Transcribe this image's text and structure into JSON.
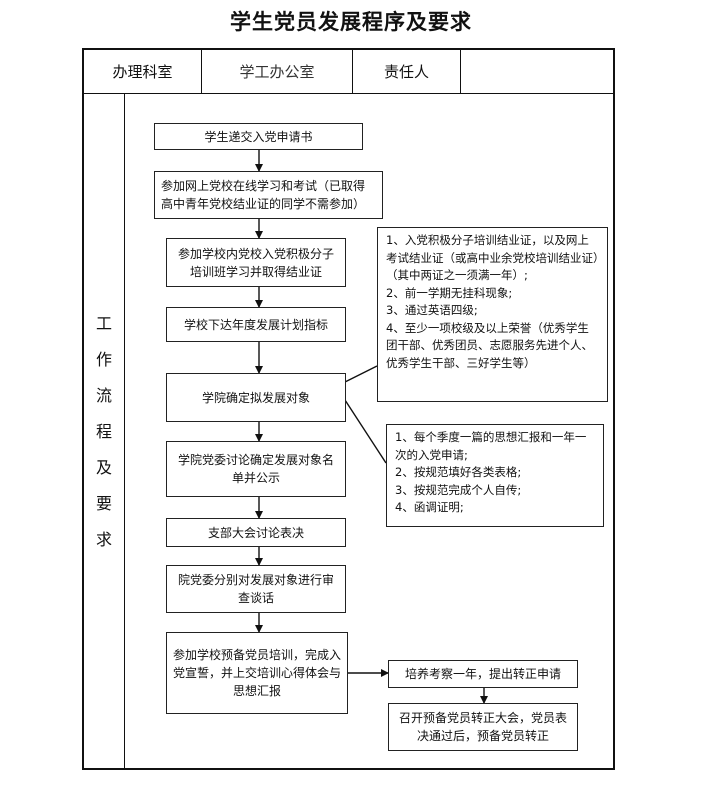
{
  "title": "学生党员发展程序及要求",
  "header": {
    "office_label": "办理科室",
    "office_value": "学工办公室",
    "responsible_label": "责任人",
    "responsible_value": ""
  },
  "side_label": [
    "工",
    "作",
    "流",
    "程",
    "及",
    "要",
    "求"
  ],
  "steps": [
    "学生递交入党申请书",
    "参加网上党校在线学习和考试（已取得高中青年党校结业证的同学不需参加）",
    "参加学校内党校入党积极分子培训班学习并取得结业证",
    "学校下达年度发展计划指标",
    "学院确定拟发展对象",
    "学院党委讨论确定发展对象名单并公示",
    "支部大会讨论表决",
    "院党委分别对发展对象进行审查谈话",
    "参加学校预备党员培训，完成入党宣誓，并上交培训心得体会与思想汇报"
  ],
  "side_steps": [
    "培养考察一年，提出转正申请",
    "召开预备党员转正大会，党员表决通过后，预备党员转正"
  ],
  "note1": [
    "1、入党积极分子培训结业证，以及网上考试结业证（或高中业余党校培训结业证）（其中两证之一须满一年）;",
    "2、前一学期无挂科现象;",
    "3、通过英语四级;",
    "4、至少一项校级及以上荣誉（优秀学生团干部、优秀团员、志愿服务先进个人、优秀学生干部、三好学生等）"
  ],
  "note2": [
    "1、每个季度一篇的思想汇报和一年一次的入党申请;",
    "2、按规范填好各类表格;",
    "3、按规范完成个人自传;",
    "4、函调证明;"
  ]
}
